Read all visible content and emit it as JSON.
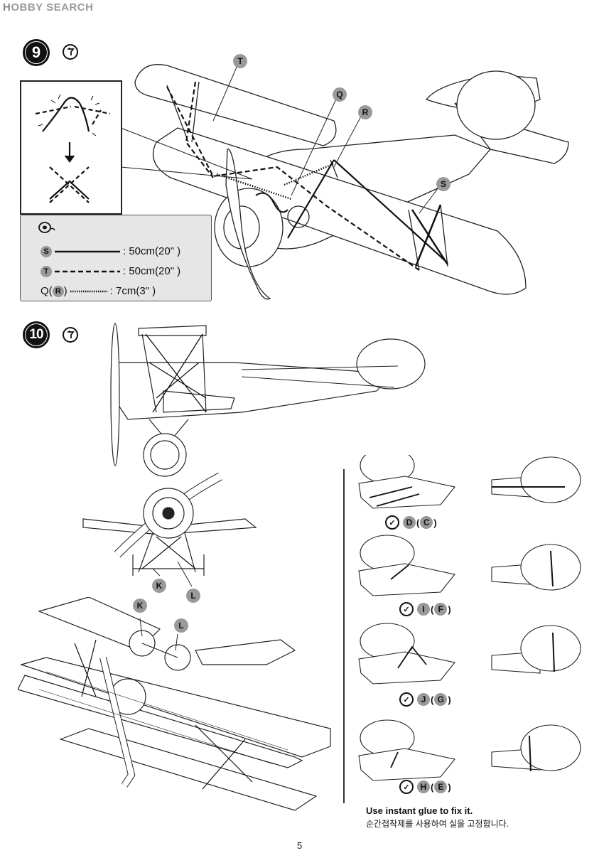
{
  "watermark": {
    "h": "H",
    "rest": "OBBY SEARCH"
  },
  "step9": {
    "number": "9",
    "glue_icon": "cement-glue-icon",
    "callouts": {
      "T": "T",
      "Q": "Q",
      "R": "R",
      "S": "S"
    },
    "legend": {
      "icon": "thread-spool-icon",
      "rows": [
        {
          "label": "S",
          "length": ": 50cm(20\" )"
        },
        {
          "label": "T",
          "length": ": 50cm(20\" )"
        },
        {
          "label_q": "Q",
          "label_r": "R",
          "length": ": 7cm(3\" )"
        }
      ]
    }
  },
  "step10": {
    "number": "10",
    "glue_icon": "cement-glue-icon",
    "callouts": {
      "K1": "K",
      "L1": "L",
      "K2": "K",
      "L2": "L"
    },
    "rudder_refs": [
      {
        "a": "D",
        "b": "C"
      },
      {
        "a": "I",
        "b": "F"
      },
      {
        "a": "J",
        "b": "G"
      },
      {
        "a": "H",
        "b": "E"
      }
    ],
    "note_en": "Use instant glue to fix it.",
    "note_ko": "순간접착제를 사용하여 실을 고정합니다."
  },
  "page_number": "5"
}
